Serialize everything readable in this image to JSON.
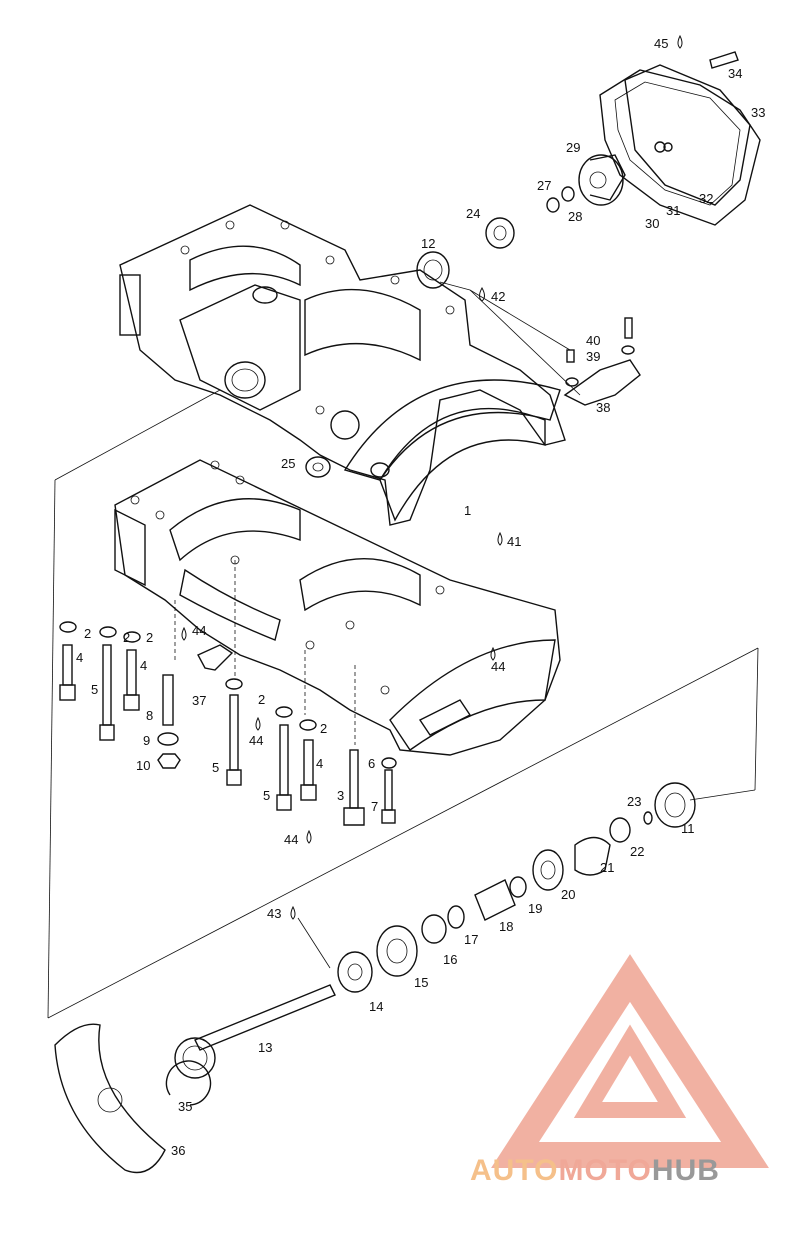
{
  "callouts": [
    {
      "id": "45",
      "text": "45",
      "drop": true
    },
    {
      "id": "34",
      "text": "34"
    },
    {
      "id": "33",
      "text": "33"
    },
    {
      "id": "29",
      "text": "29"
    },
    {
      "id": "27",
      "text": "27"
    },
    {
      "id": "28",
      "text": "28"
    },
    {
      "id": "30",
      "text": "30"
    },
    {
      "id": "31",
      "text": "31"
    },
    {
      "id": "32",
      "text": "32"
    },
    {
      "id": "24",
      "text": "24"
    },
    {
      "id": "12",
      "text": "12"
    },
    {
      "id": "42",
      "text": "42",
      "drop": true
    },
    {
      "id": "40",
      "text": "40"
    },
    {
      "id": "39",
      "text": "39"
    },
    {
      "id": "38",
      "text": "38"
    },
    {
      "id": "25",
      "text": "25"
    },
    {
      "id": "1",
      "text": "1"
    },
    {
      "id": "41",
      "text": "41",
      "drop": true
    },
    {
      "id": "2a",
      "text": "2"
    },
    {
      "id": "2b",
      "text": "2"
    },
    {
      "id": "2c",
      "text": "2"
    },
    {
      "id": "44a",
      "text": "44",
      "drop": true
    },
    {
      "id": "4a",
      "text": "4"
    },
    {
      "id": "4b",
      "text": "4"
    },
    {
      "id": "5a",
      "text": "5"
    },
    {
      "id": "8",
      "text": "8"
    },
    {
      "id": "37",
      "text": "37"
    },
    {
      "id": "2d",
      "text": "2"
    },
    {
      "id": "2e",
      "text": "2"
    },
    {
      "id": "44b",
      "text": "44",
      "drop": true
    },
    {
      "id": "9",
      "text": "9"
    },
    {
      "id": "10",
      "text": "10"
    },
    {
      "id": "44c",
      "text": "44",
      "drop": true
    },
    {
      "id": "5b",
      "text": "5"
    },
    {
      "id": "4c",
      "text": "4"
    },
    {
      "id": "6",
      "text": "6"
    },
    {
      "id": "5c",
      "text": "5"
    },
    {
      "id": "3",
      "text": "3"
    },
    {
      "id": "7",
      "text": "7"
    },
    {
      "id": "44d",
      "text": "44",
      "drop": true
    },
    {
      "id": "23",
      "text": "23"
    },
    {
      "id": "11",
      "text": "11"
    },
    {
      "id": "22",
      "text": "22"
    },
    {
      "id": "21",
      "text": "21"
    },
    {
      "id": "20",
      "text": "20"
    },
    {
      "id": "19",
      "text": "19"
    },
    {
      "id": "18",
      "text": "18"
    },
    {
      "id": "17",
      "text": "17"
    },
    {
      "id": "16",
      "text": "16"
    },
    {
      "id": "15",
      "text": "15"
    },
    {
      "id": "14",
      "text": "14"
    },
    {
      "id": "43",
      "text": "43",
      "drop": true
    },
    {
      "id": "13",
      "text": "13"
    },
    {
      "id": "35",
      "text": "35"
    },
    {
      "id": "36",
      "text": "36"
    }
  ],
  "watermark": {
    "part1": "AUTO",
    "part2": "MOTO",
    "part3": "HUB",
    "color_main": "#f0a898",
    "color_accent": "#f5c08a",
    "color_dark": "#999999"
  }
}
